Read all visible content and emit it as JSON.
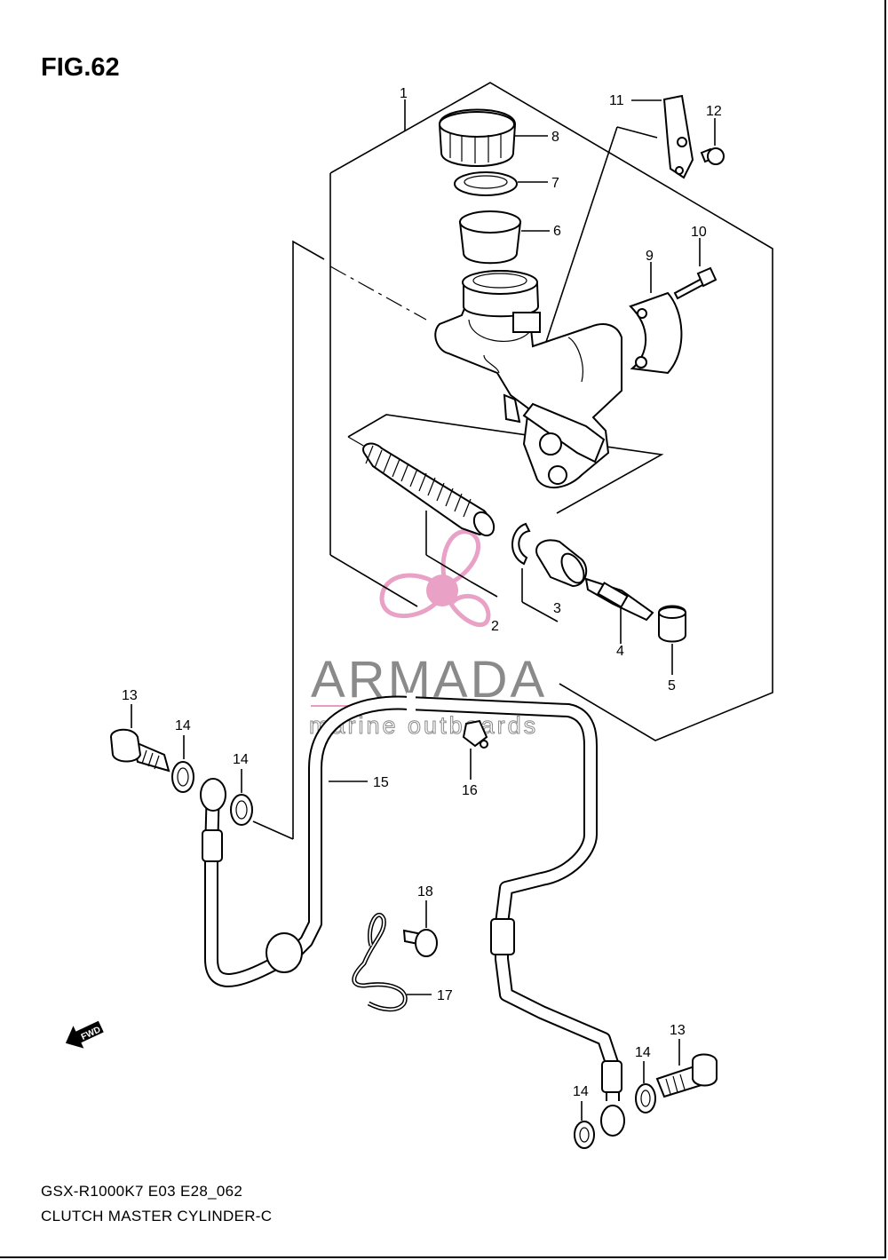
{
  "figure": {
    "title": "FIG.62",
    "model_code": "GSX-R1000K7 E03 E28_062",
    "assembly_name": "CLUTCH MASTER CYLINDER-C"
  },
  "watermark": {
    "brand": "ARMADA",
    "tagline": "marine outboards",
    "logo": "propeller-logo",
    "logo_color": "#e89cc4",
    "text_color": "#8a8a8a"
  },
  "callouts": {
    "c1": "1",
    "c2": "2",
    "c3": "3",
    "c4": "4",
    "c5": "5",
    "c6": "6",
    "c7": "7",
    "c8": "8",
    "c9": "9",
    "c10": "10",
    "c11": "11",
    "c12": "12",
    "c13a": "13",
    "c13b": "13",
    "c14a": "14",
    "c14b": "14",
    "c14c": "14",
    "c14d": "14",
    "c15": "15",
    "c16": "16",
    "c17": "17",
    "c18": "18"
  },
  "fwd_arrow": {
    "label": "FWD",
    "icon": "fwd-arrow-icon"
  }
}
